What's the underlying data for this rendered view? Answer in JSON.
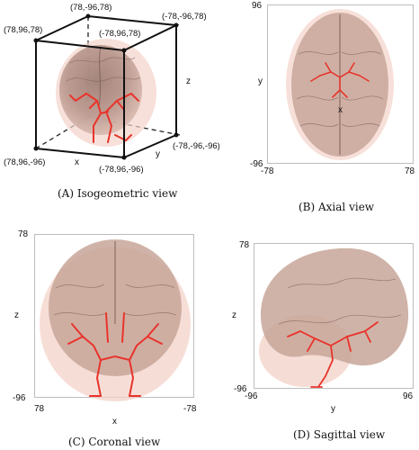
{
  "panels": {
    "isometric": {
      "caption": "(A) Isogeometric view",
      "corners": {
        "top_back_left": "(78,-96,78)",
        "top_back_right": "(-78,-96,78)",
        "top_front_left": "(78,96,78)",
        "top_front_right": "(-78,96,78)",
        "bottom_front_left": "(78,96,-96)",
        "bottom_back_right": "(-78,-96,-96)",
        "bottom_front_right": "(-78,96,-96)"
      },
      "axes": {
        "x": "x",
        "y": "y",
        "z": "z"
      }
    },
    "axial": {
      "caption": "(B) Axial view",
      "axes": {
        "x": "x",
        "y": "y"
      },
      "ticks": {
        "y_top": "96",
        "y_bottom": "-96",
        "x_left": "-78",
        "x_right": "78"
      }
    },
    "coronal": {
      "caption": "(C) Coronal view",
      "axes": {
        "x": "x",
        "z": "z"
      },
      "ticks": {
        "z_top": "78",
        "z_bottom": "-96",
        "x_left": "78",
        "x_right": "-78"
      }
    },
    "sagittal": {
      "caption": "(D) Sagittal view",
      "axes": {
        "y": "y",
        "z": "z"
      },
      "ticks": {
        "z_top": "78",
        "z_bottom": "-96",
        "y_left": "-96",
        "y_right": "96"
      }
    }
  },
  "colors": {
    "brain_fill": "#c9a79a",
    "brain_edge": "#8a6a5f",
    "vessel": "#e8342c",
    "halo": "#f6d2c8",
    "frame": "#bdbdbd"
  }
}
